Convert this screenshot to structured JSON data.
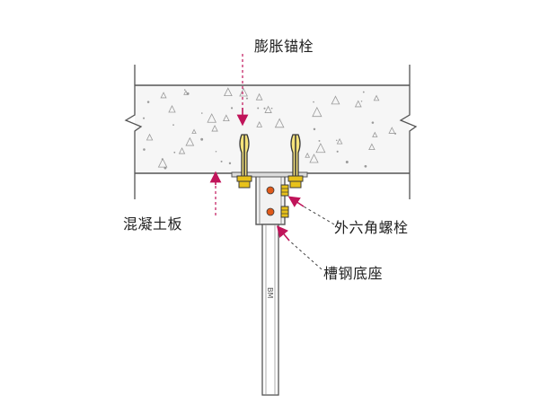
{
  "labels": {
    "expansion_bolt": "膨胀锚栓",
    "concrete_slab": "混凝土板",
    "hex_bolt": "外六角螺栓",
    "channel_base": "槽钢底座",
    "column_text": "BM"
  },
  "colors": {
    "outline": "#555555",
    "slab_fill": "#f6f6f6",
    "aggregate": "#9a9a9a",
    "leader_pink": "#c0145a",
    "leader_dark": "#444444",
    "bolt_yellow": "#e8c21a",
    "bolt_dark": "#3a3a3a",
    "hex_orange": "#e05a1a",
    "channel_fill": "#f2f2f2"
  }
}
